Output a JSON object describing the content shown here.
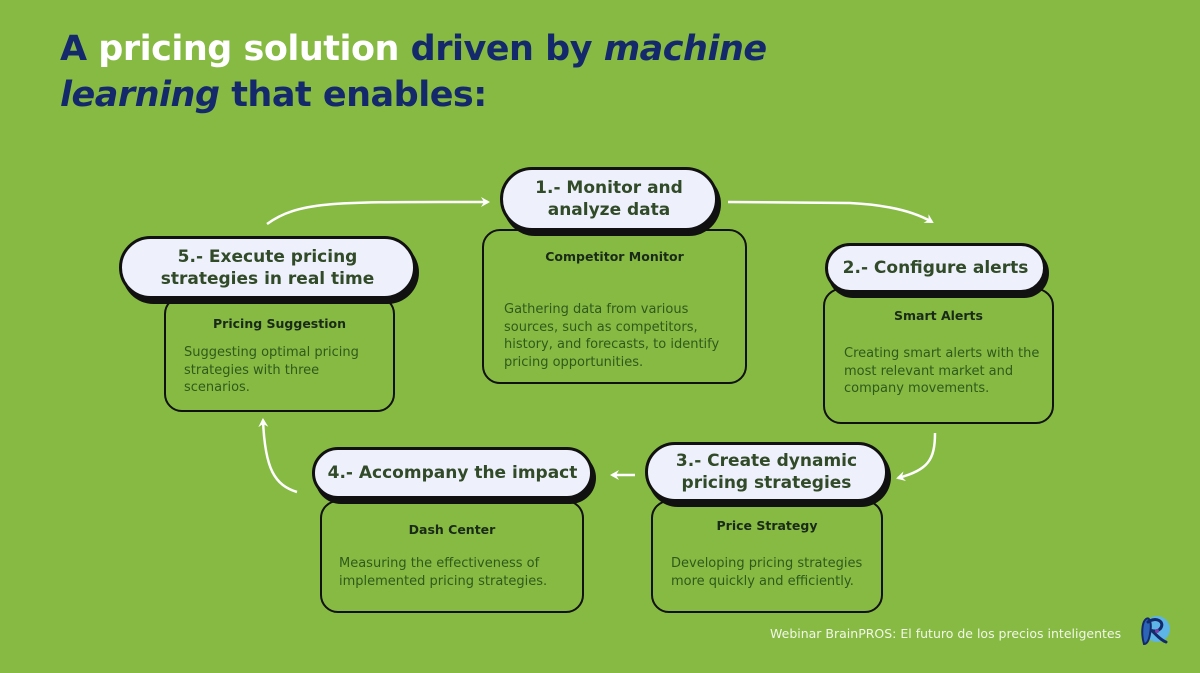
{
  "title": {
    "part1": "A",
    "part2": "pricing solution",
    "part3": "driven by",
    "part4": "machine learning",
    "part5": "that enables:"
  },
  "steps": [
    {
      "number": "1",
      "heading": "1.- Monitor and analyze data",
      "line1": "1.- Monitor and",
      "line2": "analyze data",
      "product": "Competitor Monitor",
      "description": "Gathering data from various sources, such as competitors, history, and forecasts, to identify pricing opportunities."
    },
    {
      "number": "2",
      "heading": "2.- Configure alerts",
      "line1": "2.- Configure alerts",
      "line2": "",
      "product": "Smart Alerts",
      "description": "Creating smart alerts with the most relevant market and company movements."
    },
    {
      "number": "3",
      "heading": "3.- Create dynamic pricing strategies",
      "line1": "3.- Create dynamic",
      "line2": "pricing strategies",
      "product": "Price Strategy",
      "description": "Developing pricing strategies more quickly and efficiently."
    },
    {
      "number": "4",
      "heading": "4.- Accompany the impact",
      "line1": "4.- Accompany the impact",
      "line2": "",
      "product": "Dash Center",
      "description": "Measuring the effectiveness of implemented pricing strategies."
    },
    {
      "number": "5",
      "heading": "5.- Execute pricing strategies in real time",
      "line1": "5.- Execute pricing",
      "line2": "strategies in real time",
      "product": "Pricing Suggestion",
      "description": "Suggesting optimal pricing strategies with three scenarios."
    }
  ],
  "footer": {
    "text": "Webinar BrainPROS: El futuro de los precios inteligentes",
    "logo": "brainpros-r-logo"
  },
  "colors": {
    "background": "#86ba43",
    "title_blue": "#13296b",
    "pill_fill": "#eef0fb",
    "heading_text": "#314a28",
    "border": "#111111"
  }
}
